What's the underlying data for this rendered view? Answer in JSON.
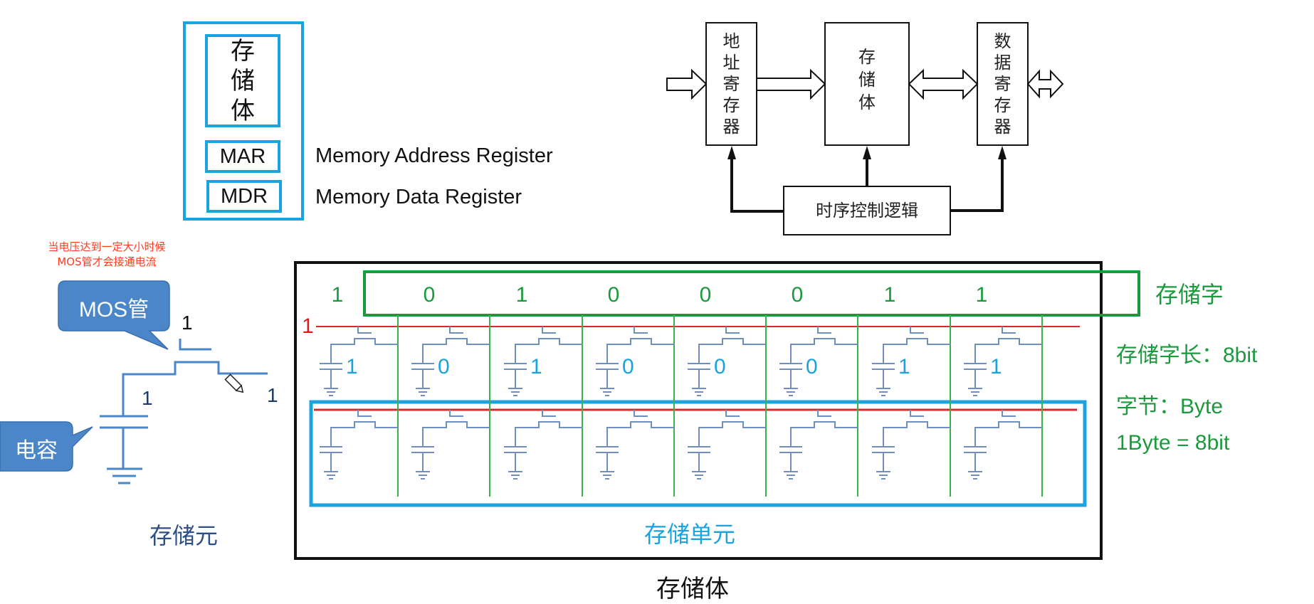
{
  "memory_overview": {
    "storage_label": "存储体",
    "storage_chars": [
      "存",
      "储",
      "体"
    ],
    "mar_label": "MAR",
    "mdr_label": "MDR",
    "mar_full": "Memory Address Register",
    "mdr_full": "Memory Data Register",
    "box_color": "#1aa3df"
  },
  "block_diagram": {
    "address_register_chars": [
      "地",
      "址",
      "寄",
      "存",
      "器"
    ],
    "storage_chars": [
      "存",
      "储",
      "体"
    ],
    "data_register_chars": [
      "数",
      "据",
      "寄",
      "存",
      "器"
    ],
    "control_logic_label": "时序控制逻辑"
  },
  "cell_diagram": {
    "note_line1": "当电压达到一定大小时候",
    "note_line2": "MOS管才会接通电流",
    "mos_callout": "MOS管",
    "capacitor_callout": "电容",
    "gate_value": "1",
    "capacitor_value": "1",
    "output_value": "1",
    "caption": "存储元",
    "callout_color": "#4a86c8",
    "note_color": "#ff3b1f"
  },
  "array_diagram": {
    "word_line_label": "1",
    "storage_word_bits": [
      "1",
      "0",
      "1",
      "0",
      "0",
      "0",
      "1",
      "1"
    ],
    "cell_values": [
      "1",
      "0",
      "1",
      "0",
      "0",
      "0",
      "1",
      "1"
    ],
    "storage_word_label": "存储字",
    "word_length_label": "存储字长：8bit",
    "byte_label": "字节：Byte",
    "byte_equation": "1Byte = 8bit",
    "storage_unit_label": "存储单元",
    "caption": "存储体",
    "colors": {
      "word_box": "#1a9a3c",
      "bit_line": "#3cb04a",
      "word_line": "#d42b2b",
      "unit_box": "#1aa3df",
      "cell_circuit": "#6f8fbf",
      "cell_value": "#1aa3df"
    }
  }
}
